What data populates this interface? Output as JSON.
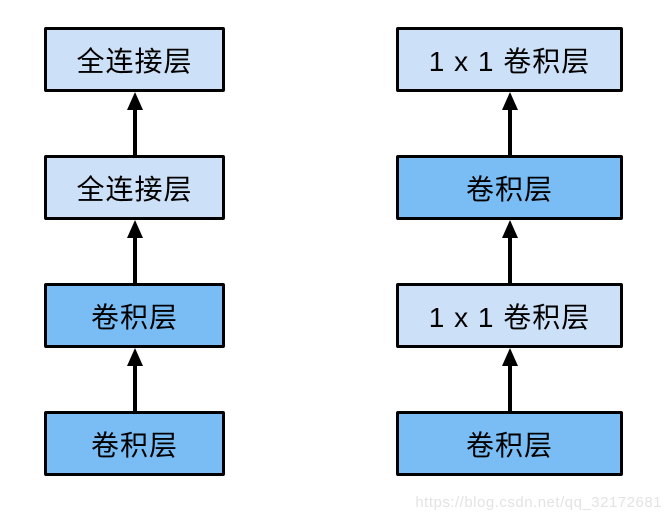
{
  "diagram": {
    "title_implied": "CNN vs NiN layer stack comparison",
    "left_column": {
      "boxes": [
        {
          "label": "全连接层",
          "variant": "light"
        },
        {
          "label": "全连接层",
          "variant": "light"
        },
        {
          "label": "卷积层",
          "variant": "dark"
        },
        {
          "label": "卷积层",
          "variant": "dark"
        }
      ]
    },
    "right_column": {
      "boxes": [
        {
          "label": "1 x 1 卷积层",
          "variant": "light"
        },
        {
          "label": "卷积层",
          "variant": "dark"
        },
        {
          "label": "1 x 1 卷积层",
          "variant": "light"
        },
        {
          "label": "卷积层",
          "variant": "dark"
        }
      ]
    },
    "colors": {
      "light_box_fill": "#cce0f7",
      "dark_box_fill": "#79bdf4",
      "box_border": "#000000",
      "arrow": "#000000",
      "background": "#ffffff",
      "watermark_text": "#e3e3e3"
    },
    "watermark": "https://blog.csdn.net/qq_32172681"
  }
}
